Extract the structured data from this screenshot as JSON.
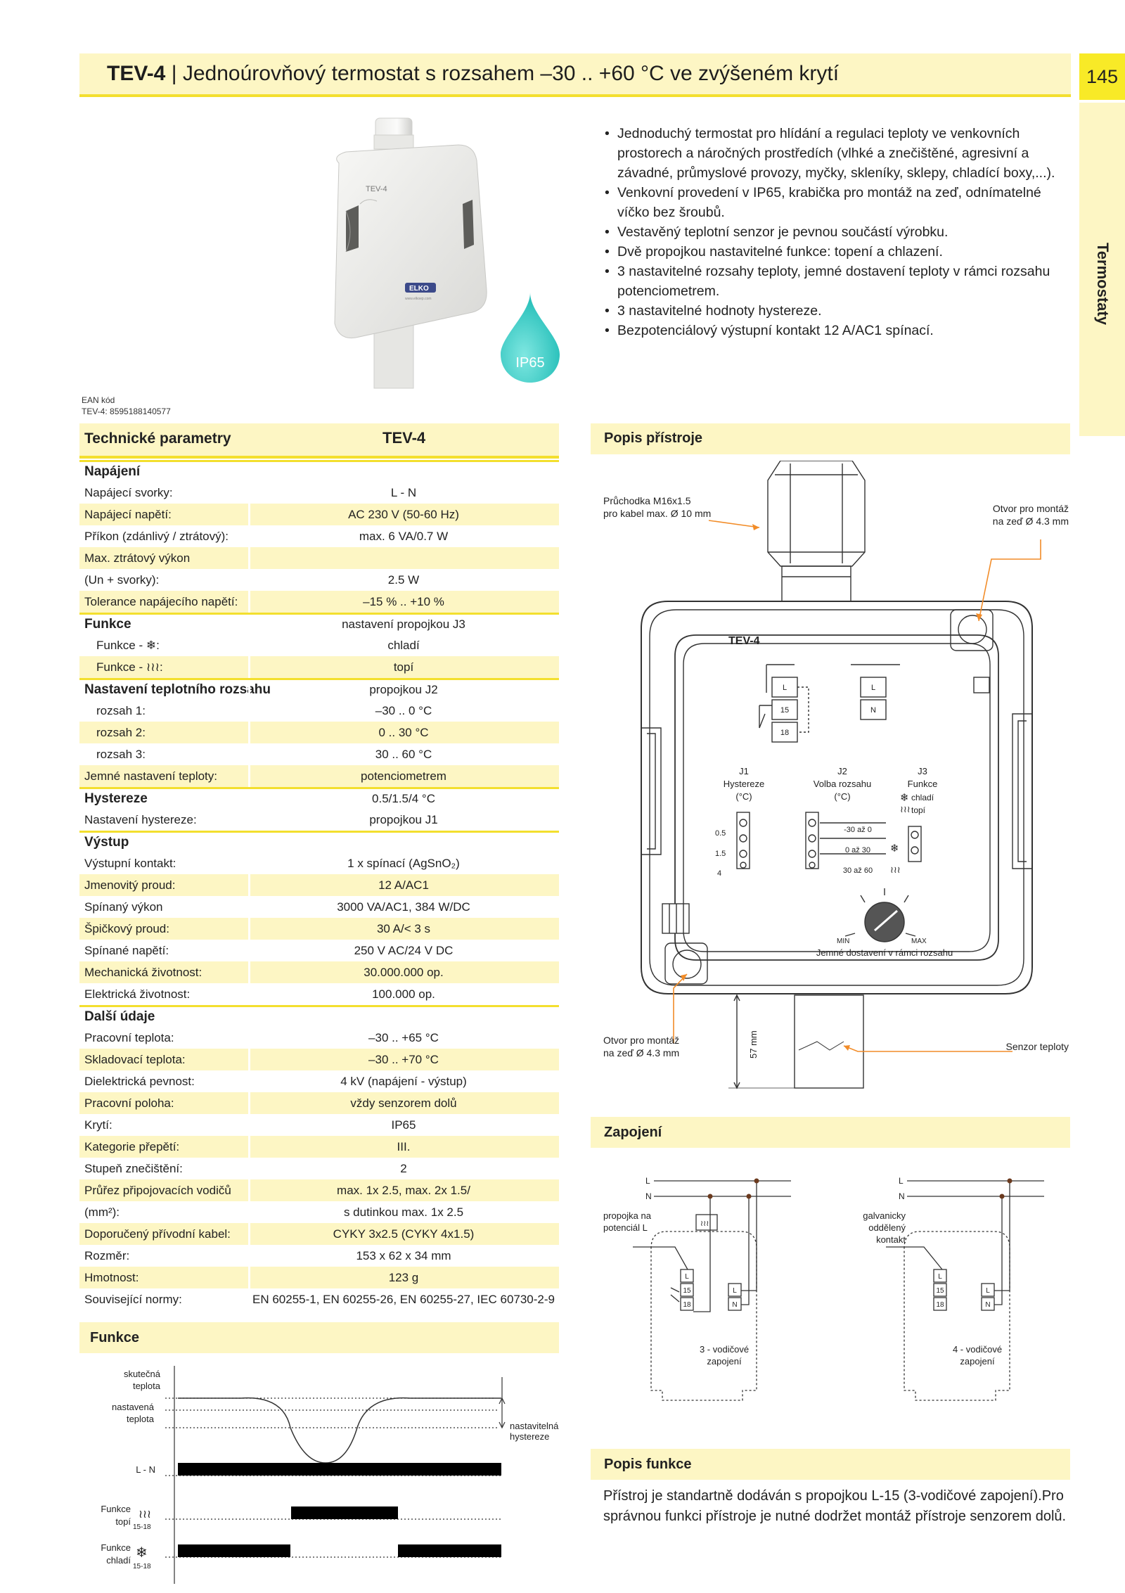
{
  "header": {
    "model": "TEV-4",
    "title": "Jednoúrovňový termostat s rozsahem –30 .. +60 °C ve zvýšeném krytí",
    "page_number": "145",
    "side_tab": "Termostaty"
  },
  "product": {
    "device_label": "TEV-4",
    "logo": "ELKO",
    "logo_url": "www.elkoep.com",
    "ip_badge": "IP65",
    "ean_label": "EAN kód",
    "ean_value": "TEV-4: 8595188140577"
  },
  "features": [
    "Jednoduchý termostat pro hlídání a regulaci teploty ve venkovních prostorech a náročných prostředích (vlhké a znečištěné, agresivní a závadné, průmyslové provozy, myčky, skleníky, sklepy, chladící boxy,...).",
    "Venkovní provedení v IP65, krabička pro montáž na zeď, odnímatelné víčko bez šroubů.",
    "Vestavěný teplotní senzor je pevnou součástí výrobku.",
    "Dvě propojkou nastavitelné funkce: topení a chlazení.",
    "3 nastavitelné rozsahy teploty, jemné dostavení teploty v rámci rozsahu potenciometrem.",
    "3 nastavitelné hodnoty hystereze.",
    "Bezpotenciálový výstupní kontakt 12 A/AC1 spínací."
  ],
  "tech": {
    "title": "Technické parametry",
    "model": "TEV-4",
    "rows": [
      {
        "type": "sec",
        "k": "Napájení",
        "v": ""
      },
      {
        "type": "row",
        "k": "Napájecí svorky:",
        "v": "L - N"
      },
      {
        "type": "row",
        "k": "Napájecí napětí:",
        "v": "AC 230 V (50-60 Hz)"
      },
      {
        "type": "row",
        "k": "Příkon (zdánlivý / ztrátový):",
        "v": "max. 6 VA/0.7 W"
      },
      {
        "type": "row",
        "k": "Max. ztrátový výkon",
        "v": ""
      },
      {
        "type": "row",
        "k": "(Un + svorky):",
        "v": "2.5 W"
      },
      {
        "type": "row",
        "k": "Tolerance napájecího napětí:",
        "v": "–15 % .. +10 %"
      },
      {
        "type": "sec",
        "k": "Funkce",
        "v": "nastavení propojkou J3"
      },
      {
        "type": "ind",
        "k": "Funkce - ❄:",
        "v": "chladí"
      },
      {
        "type": "ind",
        "k": "Funkce - ≀≀≀:",
        "v": "topí"
      },
      {
        "type": "sec",
        "k": "Nastavení teplotního rozsahu",
        "v": "propojkou J2"
      },
      {
        "type": "ind",
        "k": "rozsah 1:",
        "v": "–30 .. 0 °C"
      },
      {
        "type": "ind",
        "k": "rozsah 2:",
        "v": "0 .. 30 °C"
      },
      {
        "type": "ind",
        "k": "rozsah 3:",
        "v": "30 .. 60 °C"
      },
      {
        "type": "row",
        "k": "Jemné nastavení teploty:",
        "v": "potenciometrem"
      },
      {
        "type": "sec",
        "k": "Hystereze",
        "v": "0.5/1.5/4 °C"
      },
      {
        "type": "row",
        "k": "Nastavení hystereze:",
        "v": "propojkou J1"
      },
      {
        "type": "sec",
        "k": "Výstup",
        "v": ""
      },
      {
        "type": "row",
        "k": "Výstupní kontakt:",
        "v": "1 x spínací (AgSnO₂)"
      },
      {
        "type": "row",
        "k": "Jmenovitý proud:",
        "v": "12 A/AC1"
      },
      {
        "type": "row",
        "k": "Spínaný výkon",
        "v": "3000 VA/AC1, 384 W/DC"
      },
      {
        "type": "row",
        "k": "Špičkový proud:",
        "v": "30 A/< 3 s"
      },
      {
        "type": "row",
        "k": "Spínané napětí:",
        "v": "250 V AC/24 V DC"
      },
      {
        "type": "row",
        "k": "Mechanická životnost:",
        "v": "30.000.000 op."
      },
      {
        "type": "row",
        "k": "Elektrická životnost:",
        "v": "100.000 op."
      },
      {
        "type": "sec",
        "k": "Další údaje",
        "v": ""
      },
      {
        "type": "row",
        "k": "Pracovní teplota:",
        "v": "–30 .. +65 °C"
      },
      {
        "type": "row",
        "k": "Skladovací teplota:",
        "v": "–30 .. +70 °C"
      },
      {
        "type": "row",
        "k": "Dielektrická pevnost:",
        "v": "4 kV (napájení - výstup)"
      },
      {
        "type": "row",
        "k": "Pracovní poloha:",
        "v": "vždy senzorem dolů"
      },
      {
        "type": "row",
        "k": "Krytí:",
        "v": "IP65"
      },
      {
        "type": "row",
        "k": "Kategorie přepětí:",
        "v": "III."
      },
      {
        "type": "row",
        "k": "Stupeň znečištění:",
        "v": "2"
      },
      {
        "type": "row",
        "k": "Průřez připojovacích vodičů",
        "v": "max. 1x 2.5, max. 2x 1.5/"
      },
      {
        "type": "row",
        "k": "(mm²):",
        "v": "s dutinkou max. 1x 2.5"
      },
      {
        "type": "row",
        "k": "Doporučený přívodní kabel:",
        "v": "CYKY 3x2.5 (CYKY 4x1.5)"
      },
      {
        "type": "row",
        "k": "Rozměr:",
        "v": "153 x 62 x 34 mm"
      },
      {
        "type": "row",
        "k": "Hmotnost:",
        "v": "123 g"
      },
      {
        "type": "row",
        "k": "Související normy:",
        "v": "EN 60255-1, EN 60255-26, EN 60255-27, IEC 60730-2-9"
      }
    ]
  },
  "popis_pristroje": {
    "title": "Popis přístroje",
    "gland": "Průchodka M16x1.5",
    "gland2": "pro kabel max. Ø 10 mm",
    "hole_tr1": "Otvor pro montáž",
    "hole_tr2": "na zeď Ø 4.3 mm",
    "hole_bl1": "Otvor pro montáž",
    "hole_bl2": "na zeď Ø 4.3 mm",
    "sensor": "Senzor teploty",
    "dim": "57 mm",
    "device": "TEV-4",
    "term_L": "L",
    "term_15": "15",
    "term_18": "18",
    "term_N": "N",
    "j1": "J1",
    "j1_name": "Hystereze",
    "j1_unit": "(°C)",
    "j2": "J2",
    "j2_name": "Volba rozsahu",
    "j2_unit": "(°C)",
    "j3": "J3",
    "j3_name": "Funkce",
    "j3_cool": "chladí",
    "j3_heat": "topí",
    "hyst": [
      "0.5",
      "1.5",
      "4"
    ],
    "ranges": [
      "-30 až 0",
      "0 až 30",
      "30 až 60"
    ],
    "min": "MIN",
    "max": "MAX",
    "fine": "Jemné dostavení v rámci rozsahu"
  },
  "zapojeni": {
    "title": "Zapojení",
    "L": "L",
    "N": "N",
    "left_note1": "propojka na",
    "left_note2": "potenciál L",
    "right_note1": "galvanicky",
    "right_note2": "oddělený",
    "right_note3": "kontakt",
    "left_caption1": "3 - vodičové",
    "left_caption2": "zapojení",
    "right_caption1": "4 - vodičové",
    "right_caption2": "zapojení",
    "t15": "15",
    "t18": "18"
  },
  "funkce": {
    "title": "Funkce",
    "actual1": "skutečná",
    "actual2": "teplota",
    "set1": "nastavená",
    "set2": "teplota",
    "hyst1": "nastavitelná",
    "hyst2": "hystereze",
    "ln": "L - N",
    "heat": "Funkce",
    "heat2": "topí",
    "heat_sub": "15-18",
    "cool": "Funkce",
    "cool2": "chladí",
    "cool_sub": "15-18"
  },
  "popis_funkce": {
    "title": "Popis funkce",
    "text": "Přístroj je standartně dodáván s propojkou L-15 (3-vodičové zapojení).Pro správnou funkci přístroje je nutné dodržet montáž přístroje senzorem dolů."
  },
  "colors": {
    "accent_yellow": "#f3df2e",
    "light_yellow": "#fdf6c4",
    "callout_orange": "#f28c28",
    "drop_teal": "#2cc9c2"
  }
}
